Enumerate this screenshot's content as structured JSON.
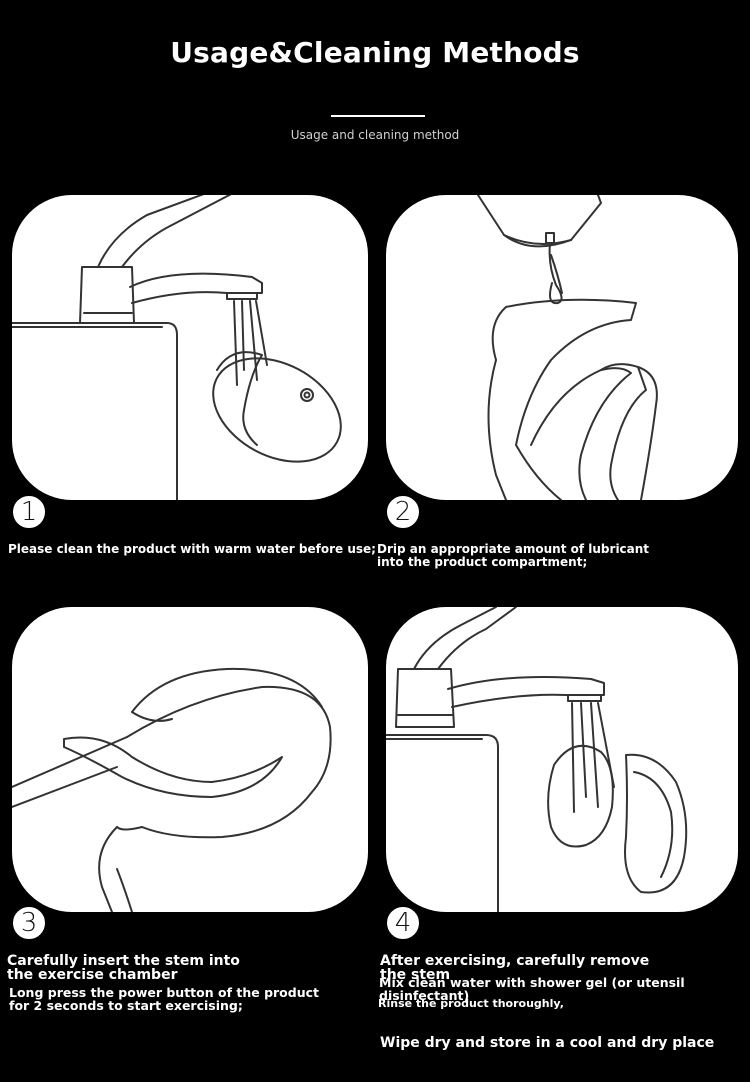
{
  "header": {
    "title": "Usage&Cleaning Methods",
    "subtitle": "Usage and cleaning method"
  },
  "steps": [
    {
      "number": "1",
      "caption": "Please clean the product with warm water before use;"
    },
    {
      "number": "2",
      "caption": "Drip an appropriate amount of lubricant into the product compartment;"
    },
    {
      "number": "3",
      "caption": "Carefully insert the stem into the exercise chamber",
      "detail": "Long press the power button of the product for 2 seconds to start exercising;"
    },
    {
      "number": "4",
      "caption": "After exercising, carefully remove the stem",
      "lines": [
        "Mix clean water with shower gel (or utensil disinfectant)",
        "Rinse the product thoroughly,",
        "Wipe dry and store in a cool and dry place"
      ]
    }
  ]
}
